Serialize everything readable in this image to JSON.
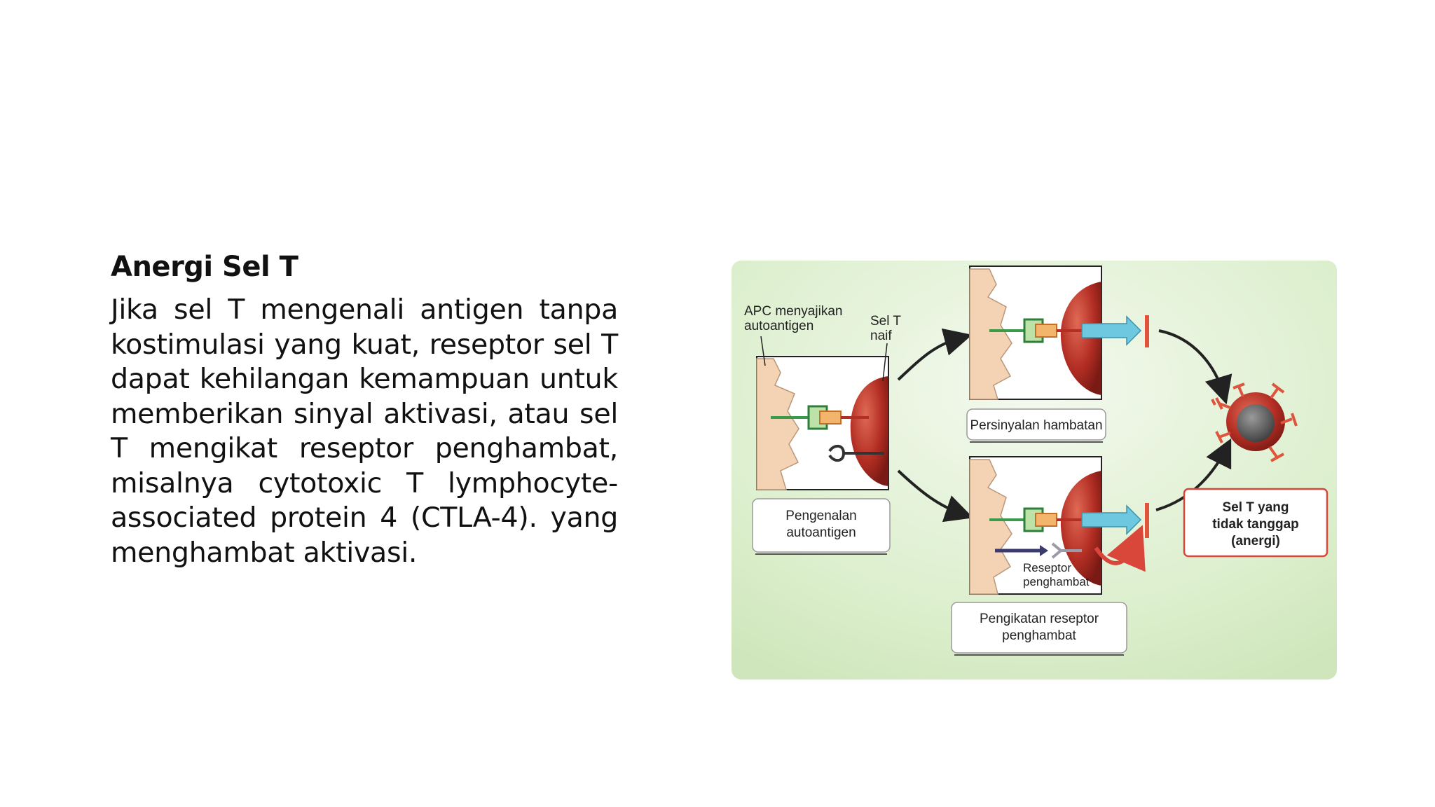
{
  "slide": {
    "title": "Anergi Sel T",
    "body": "Jika sel T mengenali antigen tanpa kostimulasi yang kuat, reseptor sel T dapat kehilangan kemampuan untuk memberikan sinyal aktivasi, atau sel T mengikat reseptor penghambat, misalnya cytotoxic T lymphocyte-associated protein 4 (CTLA-4). yang menghambat aktivasi."
  },
  "diagram": {
    "label_apc_line1": "APC menyajikan",
    "label_apc_line2": "autoantigen",
    "label_selt_line1": "Sel T",
    "label_selt_line2": "naif",
    "box_recognition_line1": "Pengenalan",
    "box_recognition_line2": "autoantigen",
    "box_inhibitory_signal": "Persinyalan hambatan",
    "box_receptor_binding_line1": "Pengikatan reseptor",
    "box_receptor_binding_line2": "penghambat",
    "label_receptor_line1": "Reseptor",
    "label_receptor_line2": "penghambat",
    "result_line1": "Sel T yang",
    "result_line2": "tidak tanggap",
    "result_line3": "(anergi)",
    "colors": {
      "background_green": "#d6ebc4",
      "apc": "#f3d3b4",
      "tcell": "#b32e24",
      "anergic_nucleus": "#555555",
      "signal_arrow": "#6ec8df",
      "block_bar": "#e0533c",
      "result_border": "#d9473b"
    }
  }
}
